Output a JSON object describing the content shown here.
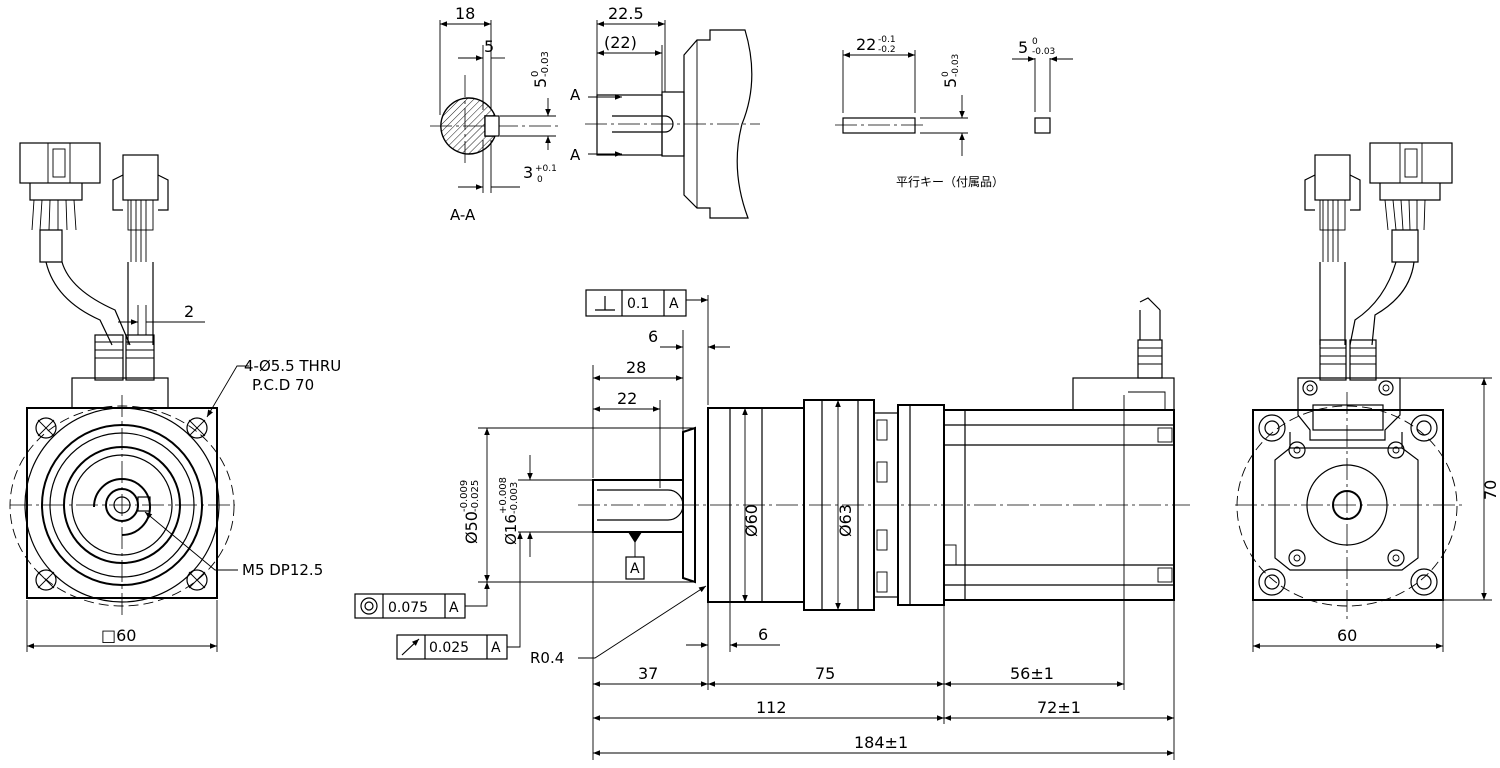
{
  "section_view": {
    "dim_width": "18",
    "dim_key_depth": "5",
    "dim_key_tol_a": "5",
    "dim_key_tol_b": "0",
    "dim_key_tol_c": "-0.03",
    "dim_key_height": "3",
    "dim_key_height_tol_a": "+0.1",
    "dim_key_height_tol_b": "0",
    "label": "A-A"
  },
  "shaft_side_view": {
    "dim_total": "22.5",
    "dim_ref": "(22)",
    "section_mark_top": "A",
    "section_mark_bottom": "A"
  },
  "parallel_key": {
    "length": "22",
    "length_tol_a": "-0.1",
    "length_tol_b": "-0.2",
    "height": "5",
    "height_tol_a": "0",
    "height_tol_b": "-0.03",
    "width": "5",
    "width_tol_a": "0",
    "width_tol_b": "-0.03",
    "caption": "平行キー（付属品）"
  },
  "front_view": {
    "dim_2": "2",
    "hole_note_1": "4-Ø5.5 THRU",
    "hole_note_2": "P.C.D 70",
    "tap_note": "M5 DP12.5",
    "square": "□60"
  },
  "side_view": {
    "perp_value": "0.1",
    "perp_datum": "A",
    "dim_6_top": "6",
    "dim_28": "28",
    "dim_22": "22",
    "dia_50": "Ø50",
    "dia_50_tol_a": "-0.009",
    "dia_50_tol_b": "-0.025",
    "dia_16": "Ø16",
    "dia_16_tol_a": "+0.008",
    "dia_16_tol_b": "-0.003",
    "dia_60": "Ø60",
    "dia_63": "Ø63",
    "datum": "A",
    "conc_value": "0.075",
    "conc_datum": "A",
    "runout_value": "0.025",
    "runout_datum": "A",
    "radius": "R0.4",
    "dim_6_bottom": "6",
    "dim_37": "37",
    "dim_75": "75",
    "dim_56": "56±1",
    "dim_112": "112",
    "dim_72": "72±1",
    "dim_184": "184±1"
  },
  "rear_view": {
    "dim_70": "70",
    "dim_60": "60"
  }
}
